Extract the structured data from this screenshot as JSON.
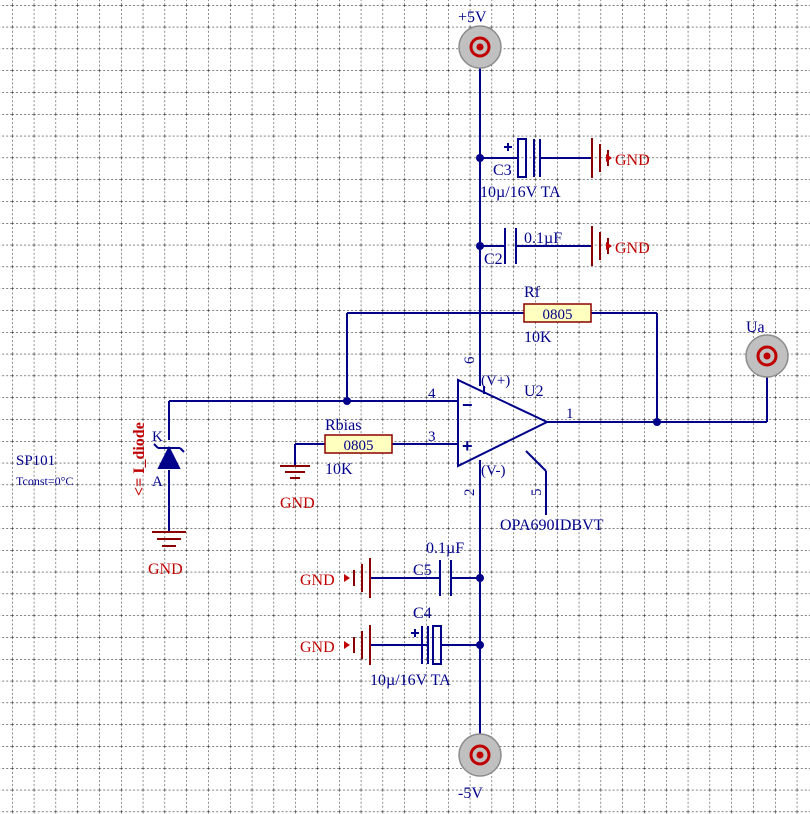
{
  "schematic": {
    "power": {
      "positive_label": "+5V",
      "negative_label": "-5V",
      "output_label": "Ua"
    },
    "ground_label": "GND",
    "capacitors": {
      "c3": {
        "designator": "C3",
        "value": "10µ/16V TA"
      },
      "c2": {
        "designator": "C2",
        "value": "0.1µF"
      },
      "c5": {
        "designator": "C5",
        "value": "0.1µF"
      },
      "c4": {
        "designator": "C4",
        "value": "10µ/16V TA"
      }
    },
    "resistors": {
      "rf": {
        "designator": "Rf",
        "package": "0805",
        "value": "10K"
      },
      "rbias": {
        "designator": "Rbias",
        "package": "0805",
        "value": "10K"
      }
    },
    "opamp": {
      "designator": "U2",
      "part": "OPA690IDBVT",
      "vplus_label": "(V+)",
      "vminus_label": "(V-)",
      "pins": {
        "out": "1",
        "vminus": "2",
        "in_plus": "3",
        "in_minus": "4",
        "disable": "5",
        "vplus": "6"
      },
      "plus_sign": "+",
      "minus_sign": "−"
    },
    "diode": {
      "designator": "SP101",
      "param": "Tconst=0°C",
      "current_label": "<= I_diode",
      "k_label": "K",
      "a_label": "A"
    }
  },
  "colors": {
    "wire": "#00008b",
    "component_label": "#00008b",
    "ground_text": "#c00000",
    "ground_symbol": "#8b0000",
    "current_arrow": "#c00000",
    "resistor_fill": "#ffffc0",
    "resistor_stroke": "#8b0000",
    "port_fill": "#c0c0c0",
    "port_ring": "#c00000",
    "grid": "#000000"
  }
}
